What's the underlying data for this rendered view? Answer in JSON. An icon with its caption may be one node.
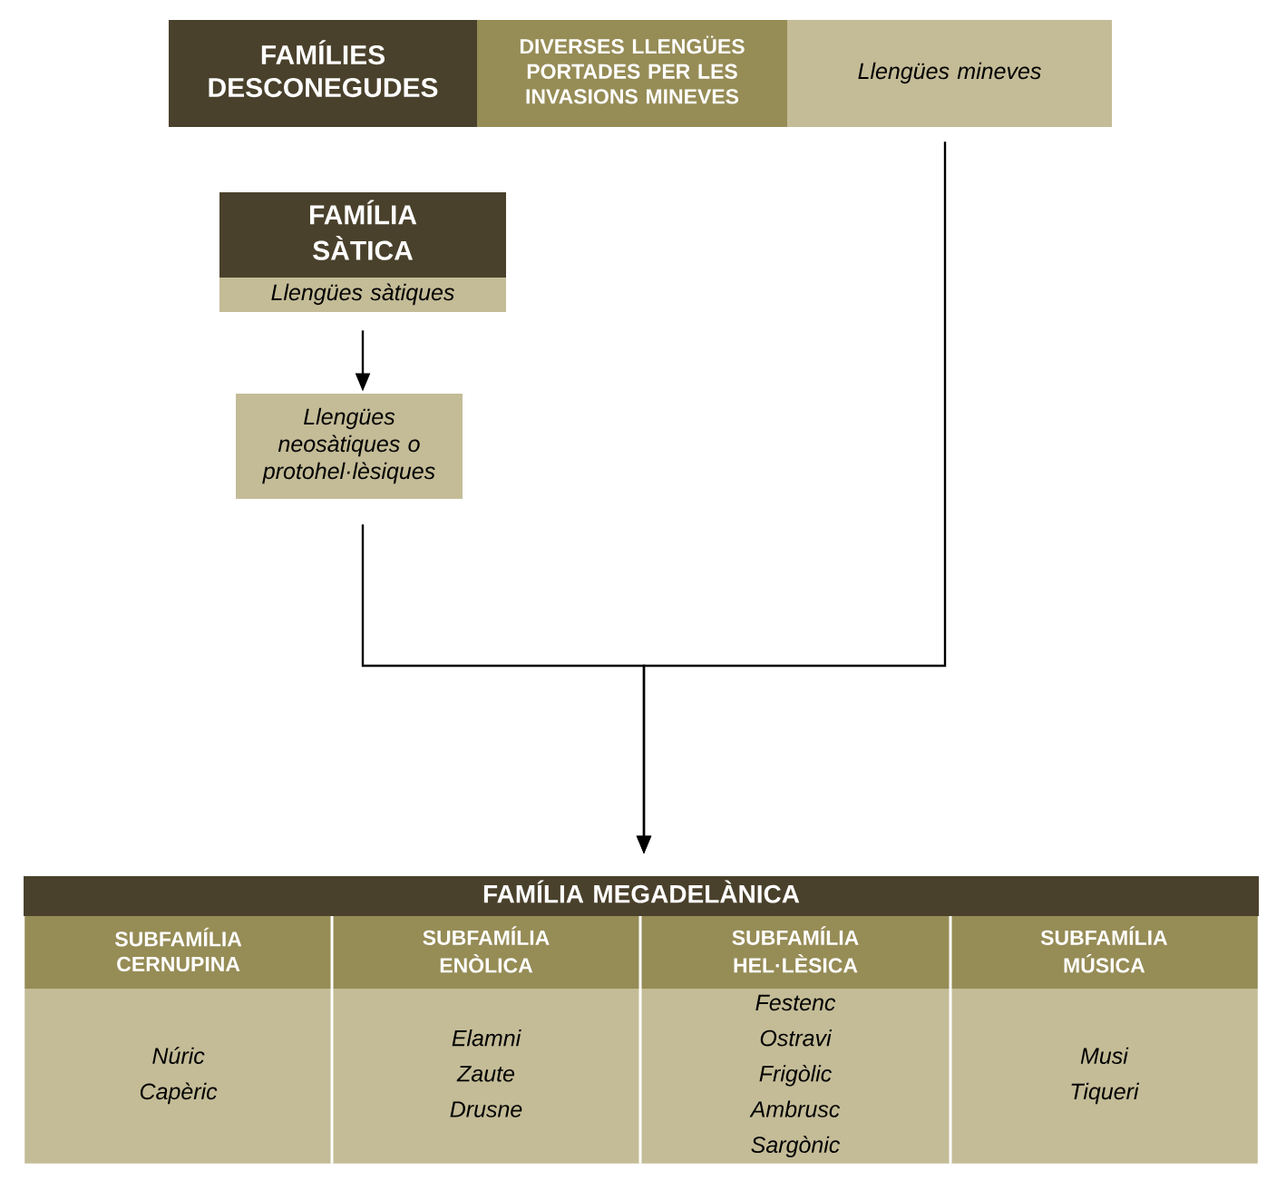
{
  "diagram": {
    "nodes": [
      {
        "text": [
          "FAMÍLIES DESCONEGUDES"
        ]
      },
      {
        "text": [
          "DIVERSES LLENGÜES PORTADES PER LES INVASIONS MINEVES"
        ]
      },
      {
        "text": [
          "Llengües mineves"
        ]
      },
      {
        "text": [
          "FAMÍLIA SÀTICA",
          "Llengües sàtiques"
        ]
      },
      {
        "text": [
          "Llengües neosàtiques o protohel·lèsiques"
        ]
      },
      {
        "text": [
          "FAMÍLIA MEGADELÀNICA"
        ]
      },
      {
        "text": [
          "SUBFAMÍLIA CERNUPINA",
          "Núric",
          "Capèric"
        ],
        "in": 5
      },
      {
        "text": [
          "SUBFAMÍLIA ENÒLICA",
          "Elamni",
          "Zaute",
          "Drusne"
        ],
        "in": 5
      },
      {
        "text": [
          "SUBFAMÍLIA HEL·LÈSICA",
          "Festenc",
          "Ostravi",
          "Frigòlic",
          "Ambrusc",
          "Sargònic"
        ],
        "in": 5
      },
      {
        "text": [
          "SUBFAMÍLIA MÚSICA",
          "Musi",
          "Tiqueri"
        ],
        "in": 5
      }
    ],
    "edges": [
      {
        "from": 3,
        "to": 4,
        "arrow": "to"
      },
      {
        "from": 4,
        "to": 5,
        "arrow": "to"
      },
      {
        "from": 2,
        "to": 5,
        "arrow": "to"
      }
    ]
  }
}
